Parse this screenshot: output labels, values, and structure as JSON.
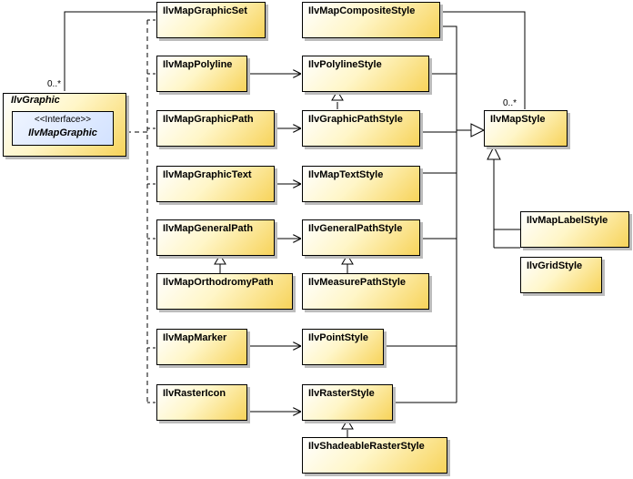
{
  "diagram": {
    "container": {
      "name": "IlvGraphic",
      "interface": {
        "stereotype": "<<Interface>>",
        "name": "IlvMapGraphic"
      }
    },
    "multiplicities": {
      "graphic_set": "0..*",
      "map_style": "0..*"
    },
    "classes": {
      "map_graphic_set": "IlvMapGraphicSet",
      "map_polyline": "IlvMapPolyline",
      "map_graphic_path": "IlvMapGraphicPath",
      "map_graphic_text": "IlvMapGraphicText",
      "map_general_path": "IlvMapGeneralPath",
      "map_orthodromy_path": "IlvMapOrthodromyPath",
      "map_marker": "IlvMapMarker",
      "raster_icon": "IlvRasterIcon",
      "map_composite_style": "IlvMapCompositeStyle",
      "polyline_style": "IlvPolylineStyle",
      "graphic_path_style": "IlvGraphicPathStyle",
      "map_text_style": "IlvMapTextStyle",
      "general_path_style": "IlvGeneralPathStyle",
      "measure_path_style": "IlvMeasurePathStyle",
      "point_style": "IlvPointStyle",
      "raster_style": "IlvRasterStyle",
      "shadeable_raster_style": "IlvShadeableRasterStyle",
      "map_style": "IlvMapStyle",
      "map_label_style": "IlvMapLabelStyle",
      "grid_style": "IlvGridStyle"
    }
  }
}
